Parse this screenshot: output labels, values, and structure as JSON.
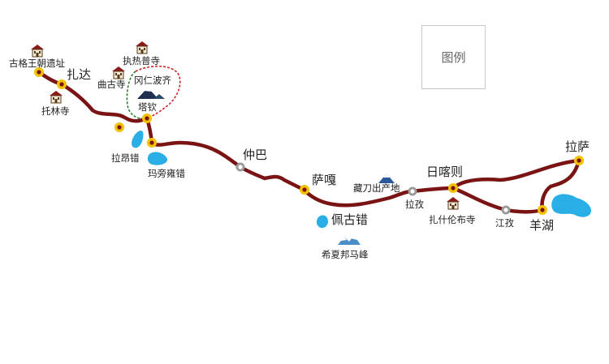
{
  "legend": {
    "title": "图例"
  },
  "colors": {
    "route": "#7a1414",
    "stop_fill": "#f2c200",
    "stop_ring": "#7a1414",
    "minor_stop_fill": "#ffffff",
    "minor_stop_ring": "#999999",
    "lake": "#29aee6",
    "loop_green": "#2c7a2c",
    "loop_red": "#c62828",
    "monastery_roof": "#8b1a1a",
    "mountain": "#2a5a9a"
  },
  "places": {
    "guge": "古格王朝遗址",
    "zhada": "扎达",
    "tuolin": "托林寺",
    "zhire": "执热普寺",
    "qugu": "曲古寺",
    "kora": "冈仁波齐",
    "taqin": "塔钦",
    "laangcuo": "拉昂错",
    "mapang": "玛旁雍错",
    "zhongba": "仲巴",
    "saga": "萨嘎",
    "peigu": "佩古错",
    "xixiabangma": "希夏邦马峰",
    "zangdao": "藏刀出产地",
    "lazi": "拉孜",
    "rikaze": "日喀则",
    "zhashilunbu": "扎什伦布寺",
    "jiangzi": "江孜",
    "yanghu": "羊湖",
    "lasa": "拉萨"
  }
}
